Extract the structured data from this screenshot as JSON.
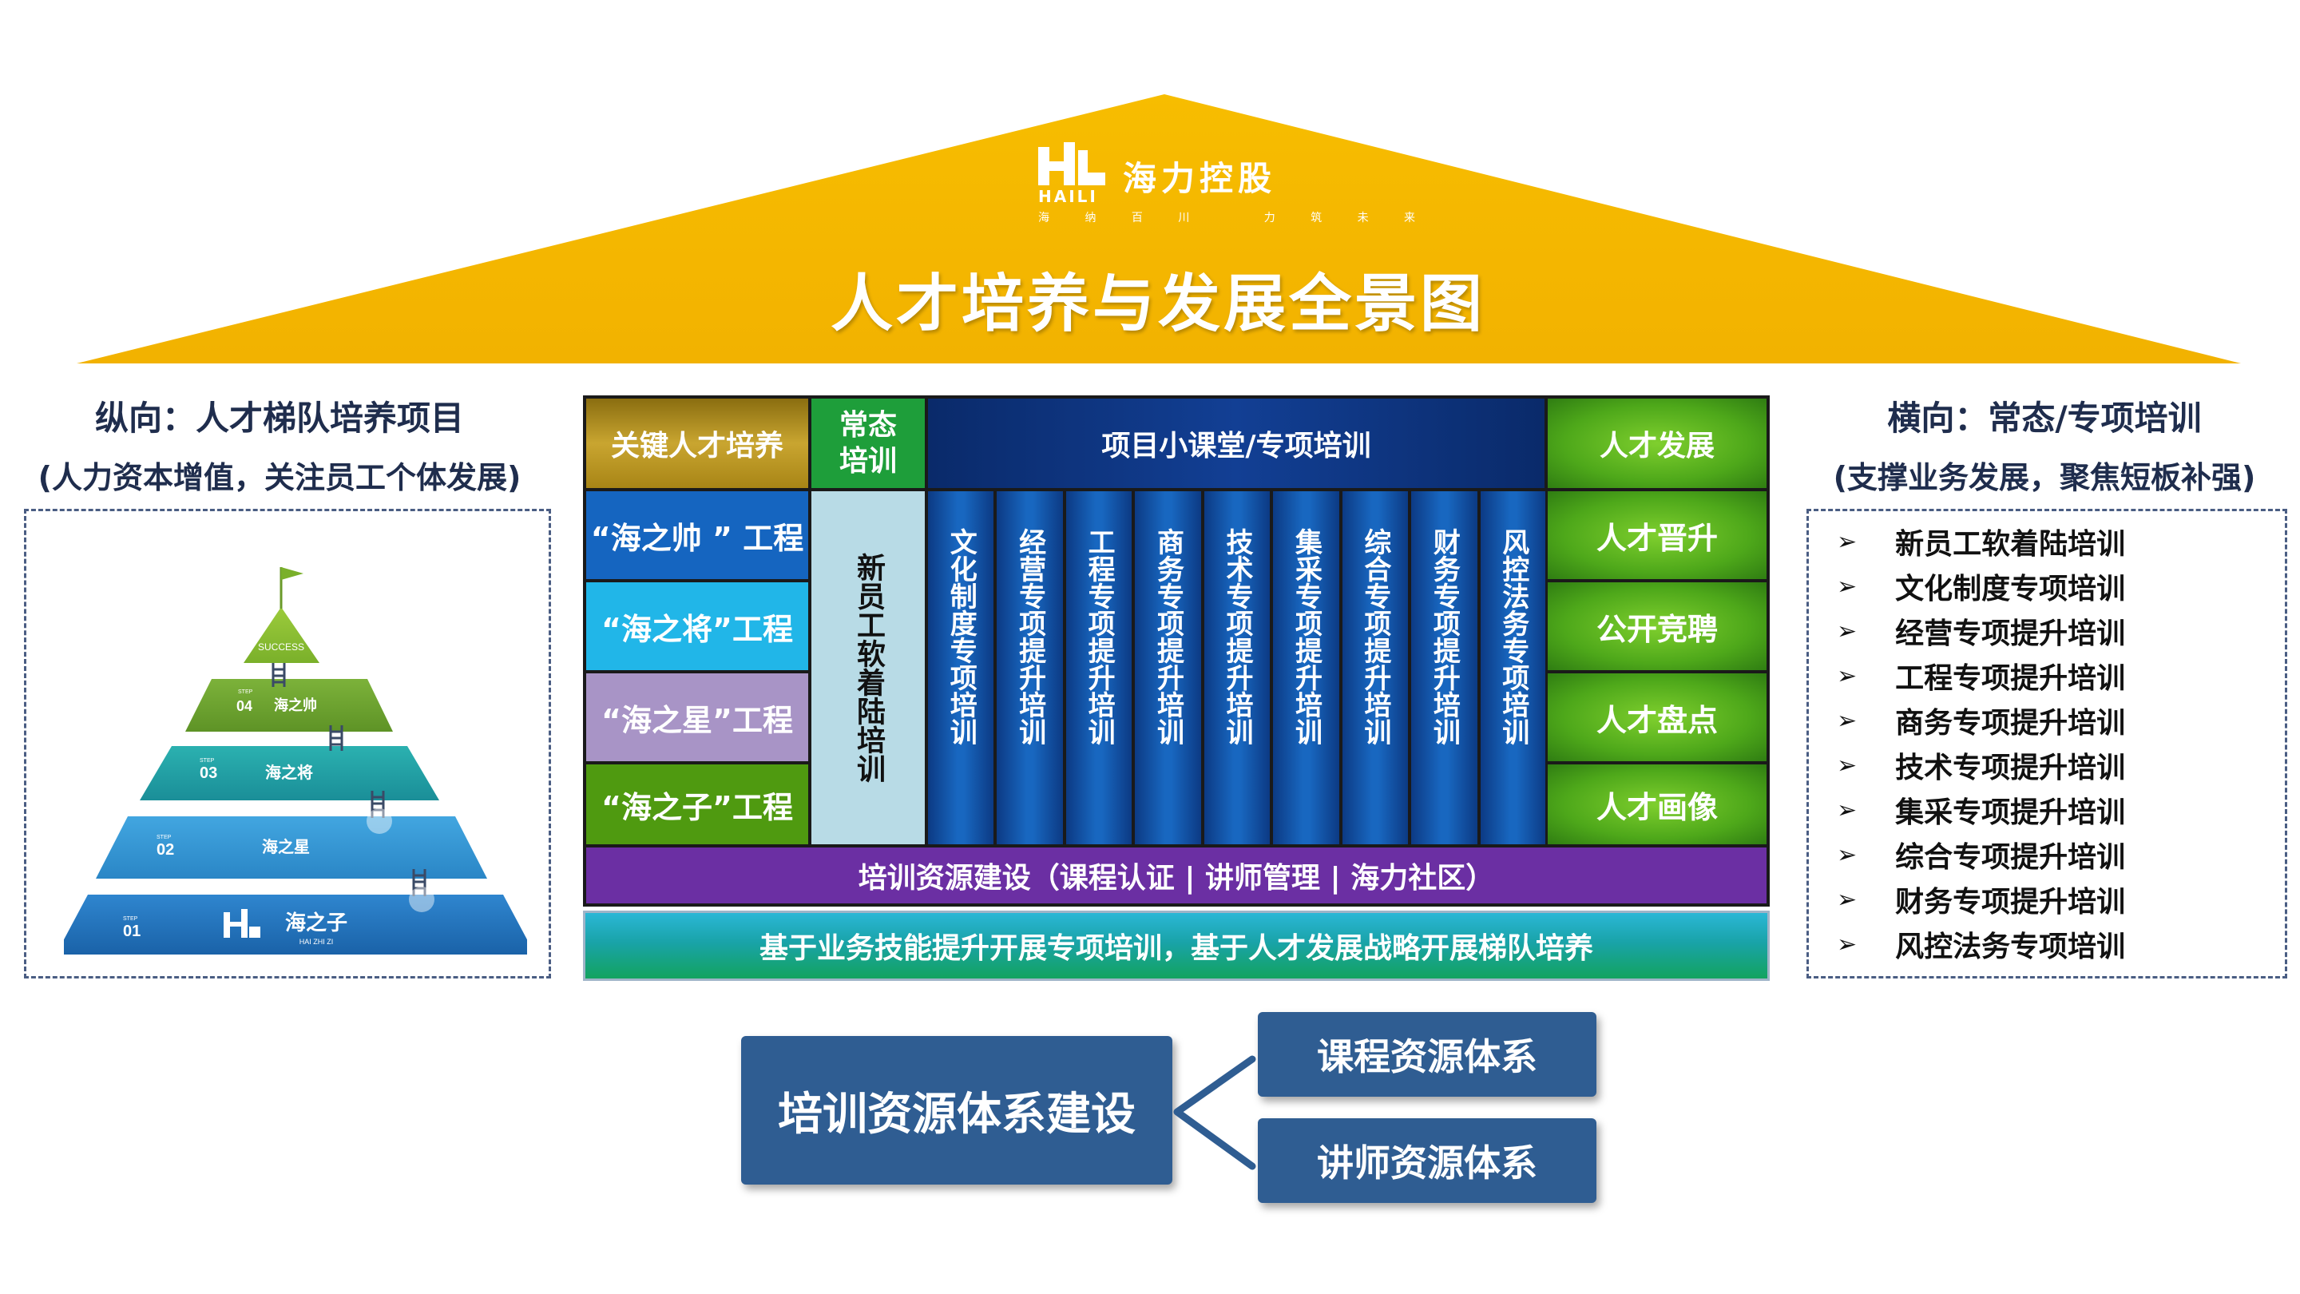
{
  "header": {
    "logo_cn": "海力控股",
    "logo_en": "HAILI",
    "logo_slogan": "海 纳 百 川   力 筑 未 来",
    "title": "人才培养与发展全景图"
  },
  "left_panel": {
    "heading": "纵向：人才梯队培养项目",
    "subheading": "(人力资本增值，关注员工个体发展)",
    "pyramid": {
      "top_label": "SUCCESS",
      "levels": [
        {
          "step": "04",
          "name": "海之帅"
        },
        {
          "step": "03",
          "name": "海之将"
        },
        {
          "step": "02",
          "name": "海之星"
        },
        {
          "step": "01",
          "name": "海之子",
          "sub": "HAI ZHI ZI"
        }
      ],
      "step_word": "STEP"
    }
  },
  "grid": {
    "headers": {
      "key_talent": "关键人才培养",
      "regular": "常态\n培训",
      "project": "项目小课堂/专项培训",
      "development": "人才发展"
    },
    "projects": [
      "“海之帅 ” 工程",
      "“海之将”工程",
      "“海之星”工程",
      "“海之子”工程"
    ],
    "regular_column": "新员工软着陆培训",
    "special_columns": [
      "文化制度专项培训",
      "经营专项提升培训",
      "工程专项提升培训",
      "商务专项提升培训",
      "技术专项提升培训",
      "集采专项提升培训",
      "综合专项提升培训",
      "财务专项提升培训",
      "风控法务专项培训"
    ],
    "development_items": [
      "人才晋升",
      "公开竞聘",
      "人才盘点",
      "人才画像"
    ],
    "resource_bar": "培训资源建设（课程认证 | 讲师管理 | 海力社区）",
    "base_bar": "基于业务技能提升开展专项培训，基于人才发展战略开展梯队培养"
  },
  "right_panel": {
    "heading": "横向：常态/专项培训",
    "subheading": "(支撑业务发展，聚焦短板补强)",
    "bullet": "➢",
    "items": [
      "新员工软着陆培训",
      "文化制度专项培训",
      "经营专项提升培训",
      "工程专项提升培训",
      "商务专项提升培训",
      "技术专项提升培训",
      "集采专项提升培训",
      "综合专项提升培训",
      "财务专项提升培训",
      "风控法务专项培训"
    ]
  },
  "bottom": {
    "main": "培训资源体系建设",
    "branches": [
      "课程资源体系",
      "讲师资源体系"
    ]
  },
  "colors": {
    "roof": "#f5b800",
    "gold": "#b08a16",
    "project1": "#1565c0",
    "project2": "#21b6e8",
    "project3": "#a894c6",
    "project4": "#4f9a10",
    "regular_bg": "#b8dbe6",
    "regular_header": "#1e9e3a",
    "purple": "#6b2fa3",
    "box": "#2f5d92"
  }
}
